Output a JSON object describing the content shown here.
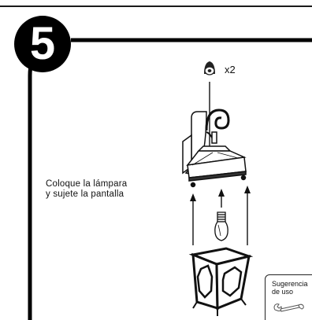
{
  "step": {
    "number": "5"
  },
  "instruction": {
    "line1": "Coloque la lámpara",
    "line2": "y sujete la pantalla"
  },
  "hardware": {
    "quantity_label": "x2",
    "icon": "screw-cap-icon"
  },
  "tips": {
    "line1": "Sugerencia",
    "line2": "de uso",
    "icon": "wrench-icon"
  }
}
